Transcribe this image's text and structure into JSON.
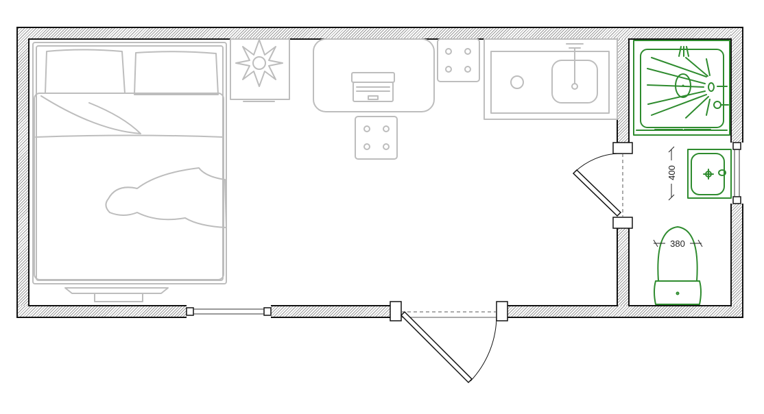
{
  "plan": {
    "dimensions": {
      "sink_width": "400",
      "toilet_width": "380"
    },
    "colors": {
      "walls": "#111111",
      "furniture": "#bdbdbd",
      "bathroom_fixtures": "#2e8b2e"
    },
    "rooms": [
      "main-room",
      "bathroom"
    ]
  }
}
